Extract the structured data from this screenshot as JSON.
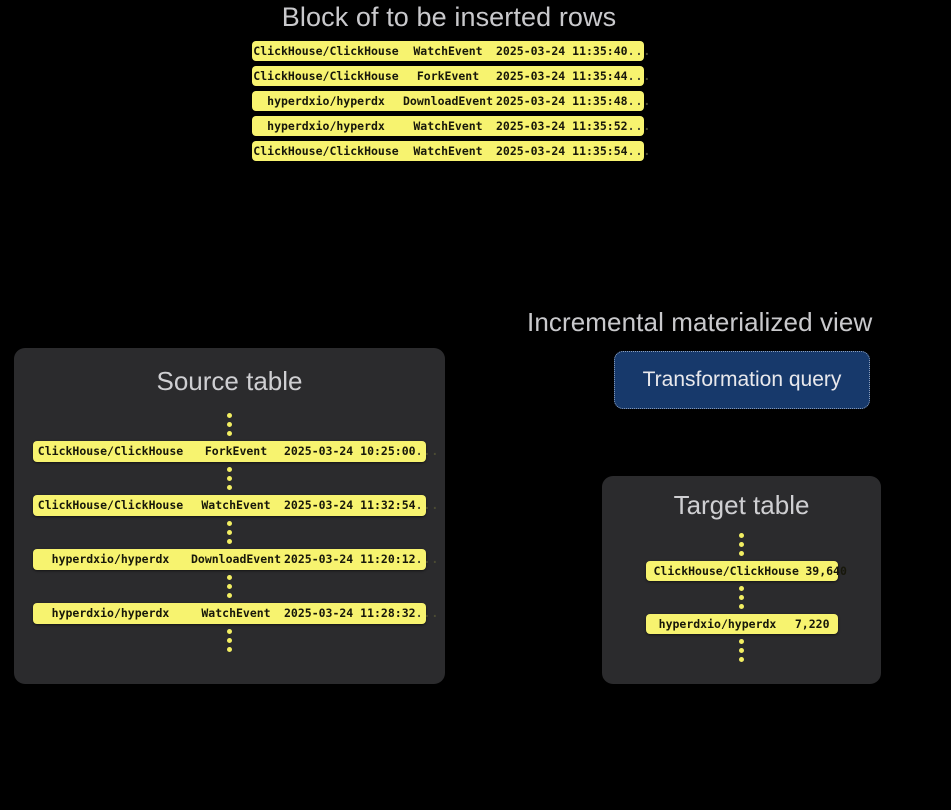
{
  "theme": {
    "background": "#000000",
    "card_background": "#2b2b2d",
    "pill_background": "#f7f36f",
    "pill_text": "#17170a",
    "heading_text": "#c9c9cc",
    "dot_color": "#f2ee62",
    "query_box_background": "#17396b",
    "query_box_border": "#8d9fbb",
    "query_box_text": "#e8e8ec"
  },
  "block": {
    "heading": "Block of to be inserted rows",
    "ellipsis": "...",
    "rows": [
      {
        "repo": "ClickHouse/ClickHouse",
        "event": "WatchEvent",
        "timestamp": "2025-03-24 11:35:40"
      },
      {
        "repo": "ClickHouse/ClickHouse",
        "event": "ForkEvent",
        "timestamp": "2025-03-24 11:35:44"
      },
      {
        "repo": "hyperdxio/hyperdx",
        "event": "DownloadEvent",
        "timestamp": "2025-03-24 11:35:48"
      },
      {
        "repo": "hyperdxio/hyperdx",
        "event": "WatchEvent",
        "timestamp": "2025-03-24 11:35:52"
      },
      {
        "repo": "ClickHouse/ClickHouse",
        "event": "WatchEvent",
        "timestamp": "2025-03-24 11:35:54"
      }
    ]
  },
  "source_table": {
    "title": "Source table",
    "ellipsis": "...",
    "rows": [
      {
        "repo": "ClickHouse/ClickHouse",
        "event": "ForkEvent",
        "timestamp": "2025-03-24 10:25:00"
      },
      {
        "repo": "ClickHouse/ClickHouse",
        "event": "WatchEvent",
        "timestamp": "2025-03-24 11:32:54"
      },
      {
        "repo": "hyperdxio/hyperdx",
        "event": "DownloadEvent",
        "timestamp": "2025-03-24 11:20:12"
      },
      {
        "repo": "hyperdxio/hyperdx",
        "event": "WatchEvent",
        "timestamp": "2025-03-24 11:28:32"
      }
    ]
  },
  "materialized_view": {
    "heading": "Incremental materialized view",
    "query_box_label": "Transformation query"
  },
  "target_table": {
    "title": "Target table",
    "rows": [
      {
        "repo": "ClickHouse/ClickHouse",
        "count": "39,640"
      },
      {
        "repo": "hyperdxio/hyperdx",
        "count": "7,220"
      }
    ]
  }
}
